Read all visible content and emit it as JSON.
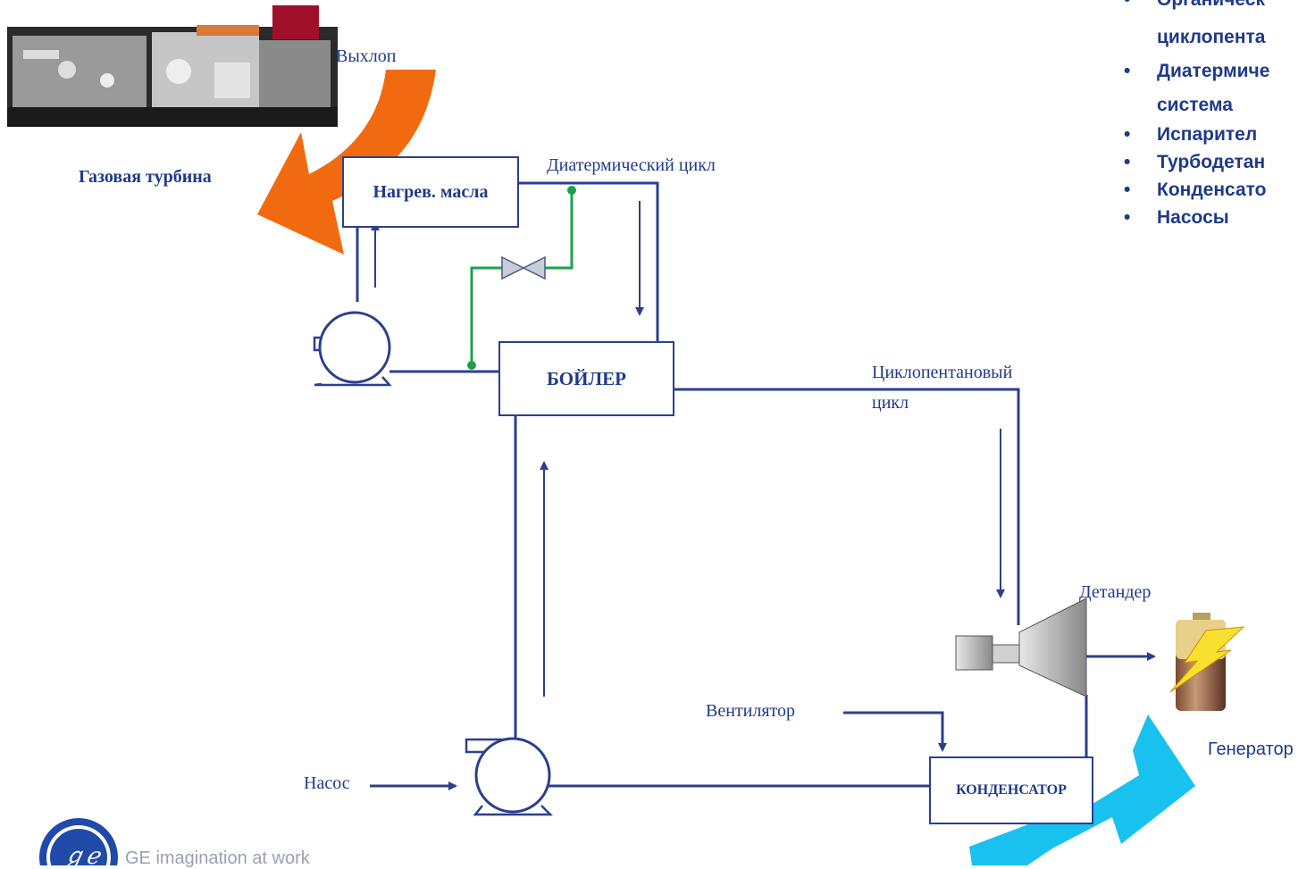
{
  "labels": {
    "exhaust": "Выхлоп",
    "gas_turbine": "Газовая турбина",
    "oil_heater": "Нагрев. масла",
    "diathermic_cycle": "Диатермический цикл",
    "boiler": "БОЙЛЕР",
    "cyclopentane_cycle_1": "Циклопентановый",
    "cyclopentane_cycle_2": "цикл",
    "expander": "Детандер",
    "fan": "Вентилятор",
    "pump": "Насос",
    "condenser": "КОНДЕНСАТОР",
    "generator": "Генератор",
    "logo_tagline": "GE imagination at work"
  },
  "bullets": [
    "Органическ",
    "циклопента",
    "Диатермиче",
    "система",
    "Испарител",
    "Турбодетан",
    "Конденсато",
    "Насосы"
  ],
  "colors": {
    "flow_line": "#2b3f8f",
    "oil_line": "#1aa34a",
    "exhaust_arrow": "#f26a0f",
    "cooling_arrow": "#19c1ef",
    "text": "#1f3a8a"
  },
  "icons": {
    "gas_turbine": "gas-turbine-illustration",
    "battery": "battery-icon",
    "logo": "ge-logo"
  }
}
